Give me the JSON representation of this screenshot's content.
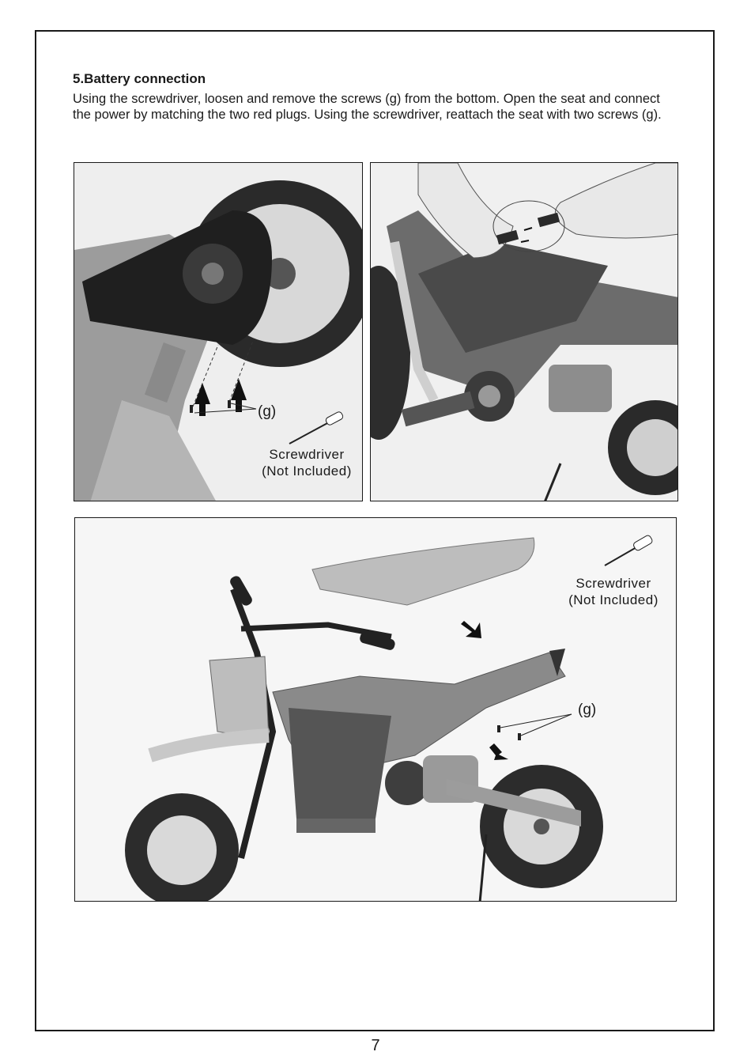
{
  "section": {
    "heading": "5.Battery connection",
    "instructions": "Using the screwdriver, loosen and remove the screws (g) from the bottom. Open the seat and connect the power by matching the two red plugs. Using the screwdriver, reattach the seat with two screws (g)."
  },
  "figure_1": {
    "callout": "(g)",
    "tool_label_line1": "Screwdriver",
    "tool_label_line2": "(Not Included)"
  },
  "figure_3": {
    "callout": "(g)",
    "tool_label_line1": "Screwdriver",
    "tool_label_line2": "(Not Included)"
  },
  "footer": {
    "page_number": "7"
  }
}
